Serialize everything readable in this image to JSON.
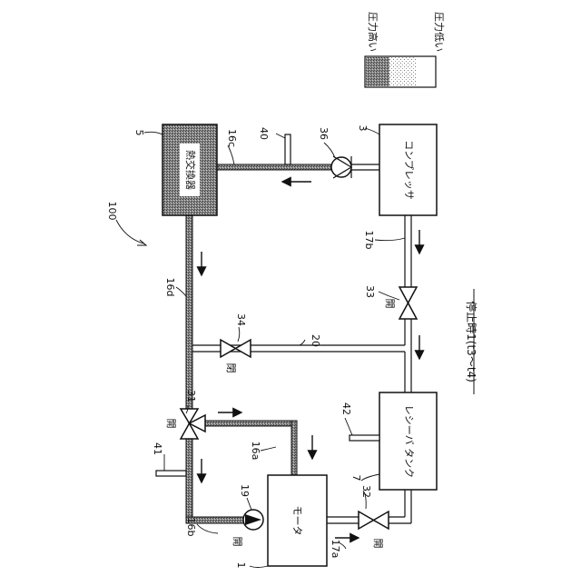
{
  "figure": {
    "caption": "停止時1(t3～t4)",
    "system_ref": "100"
  },
  "legend": {
    "high_pressure": "圧力高い",
    "low_pressure": "圧力低い"
  },
  "components": {
    "heat_exchanger": {
      "ref": "5",
      "label": "熱交換器"
    },
    "compressor": {
      "ref": "3",
      "label": "コンプレッサ"
    },
    "receiver_tank": {
      "ref": "7",
      "label": "レシーバ タンク"
    },
    "motor": {
      "ref": "1",
      "label": "モータ"
    },
    "pump": {
      "ref": "19"
    },
    "check_valve": {
      "ref": "36"
    },
    "sensor_40": {
      "ref": "40"
    },
    "sensor_41": {
      "ref": "41"
    },
    "sensor_42": {
      "ref": "42"
    }
  },
  "valves": {
    "v31": {
      "ref": "31",
      "state": "開"
    },
    "v32": {
      "ref": "32",
      "state": "開"
    },
    "v33": {
      "ref": "33",
      "state": "開"
    },
    "v34": {
      "ref": "34",
      "state": "閉"
    }
  },
  "pipes": {
    "p16a": "16a",
    "p16b": "16b",
    "p16c": "16c",
    "p16d": "16d",
    "p17a": "17a",
    "p17b": "17b",
    "p20": "20"
  }
}
